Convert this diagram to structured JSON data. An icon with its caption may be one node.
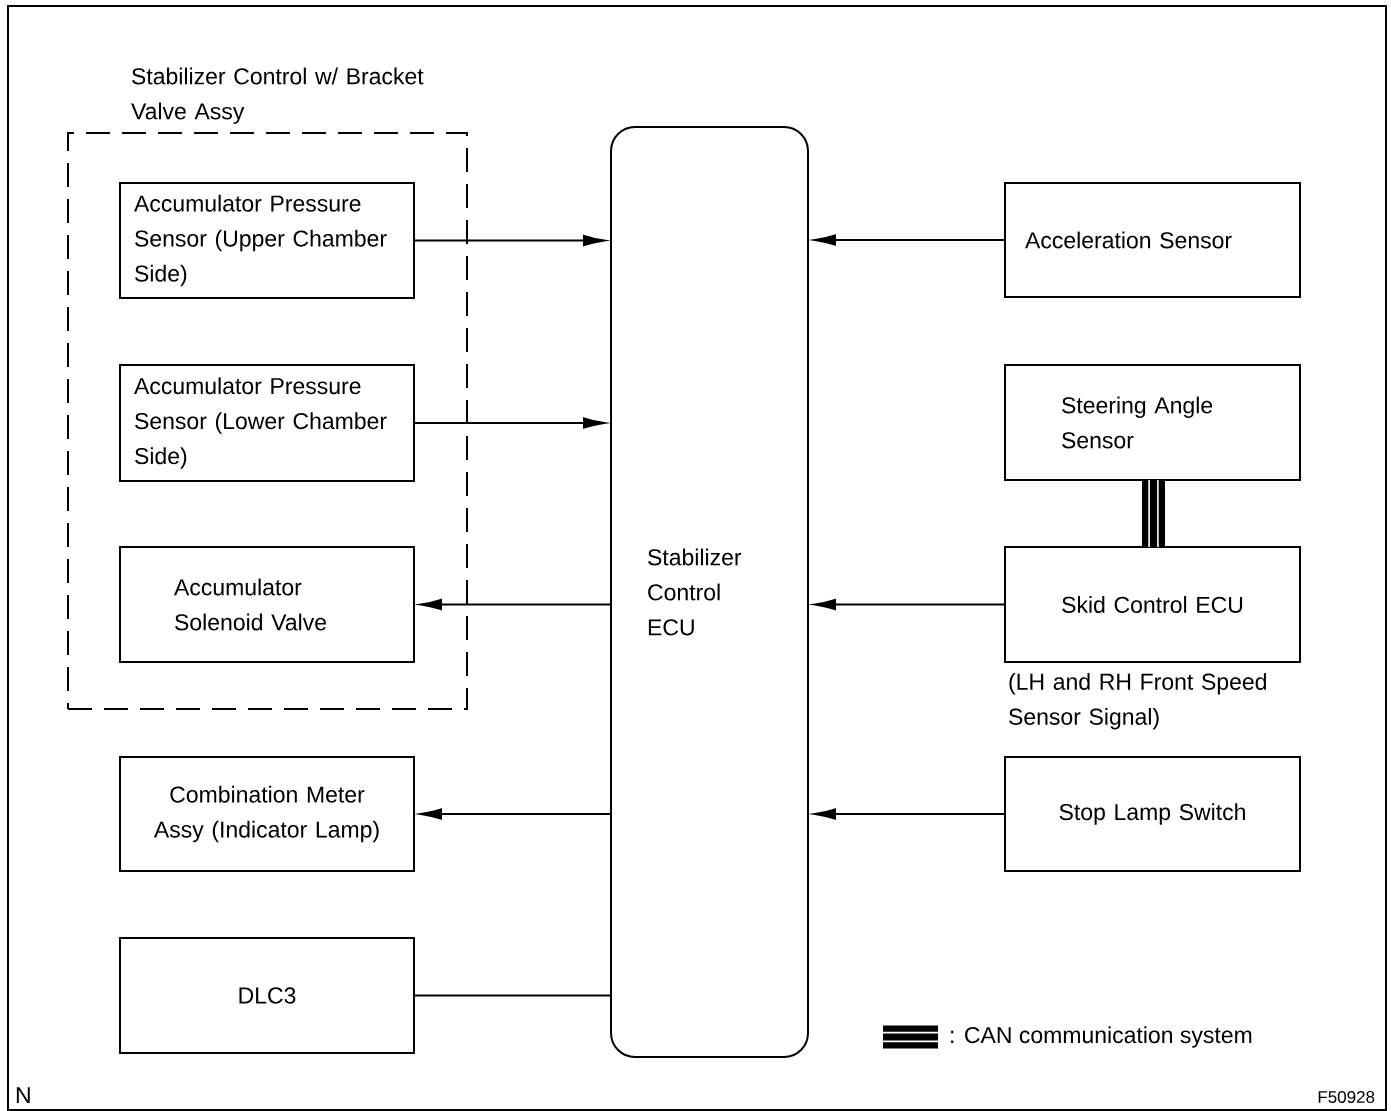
{
  "diagram": {
    "nodes": [
      {
        "text": [
          "Stabilizer Control w/ Bracket Valve Assy"
        ]
      },
      {
        "text": [
          "Accumulator Pressure Sensor (Upper Chamber Side)"
        ],
        "in": 0
      },
      {
        "text": [
          "Accumulator Pressure Sensor (Lower Chamber Side)"
        ],
        "in": 0
      },
      {
        "text": [
          "Accumulator Solenoid Valve"
        ],
        "in": 0
      },
      {
        "text": [
          "Combination Meter Assy (Indicator Lamp)"
        ]
      },
      {
        "text": [
          "DLC3"
        ]
      },
      {
        "text": [
          "Stabilizer Control ECU"
        ]
      },
      {
        "text": [
          "Acceleration Sensor"
        ]
      },
      {
        "text": [
          "Steering Angle Sensor"
        ]
      },
      {
        "text": [
          "Skid Control ECU"
        ],
        "beside": [
          "(LH and RH Front Speed Sensor Signal)"
        ]
      },
      {
        "text": [
          "Stop Lamp Switch"
        ]
      }
    ],
    "edges": [
      {
        "from": 1,
        "to": 6,
        "arrow": "to"
      },
      {
        "from": 2,
        "to": 6,
        "arrow": "to"
      },
      {
        "from": 6,
        "to": 3,
        "arrow": "to"
      },
      {
        "from": 6,
        "to": 4,
        "arrow": "to"
      },
      {
        "from": 5,
        "to": 6,
        "arrow": "none"
      },
      {
        "from": 7,
        "to": 6,
        "arrow": "to"
      },
      {
        "from": 8,
        "to": 9,
        "arrow": "none",
        "style": "thick"
      },
      {
        "from": 9,
        "to": 6,
        "arrow": "to"
      },
      {
        "from": 10,
        "to": 6,
        "arrow": "to"
      }
    ],
    "labels": [
      "N",
      "F50928"
    ],
    "legend": [
      {
        "text": ":  CAN communication system"
      }
    ]
  }
}
